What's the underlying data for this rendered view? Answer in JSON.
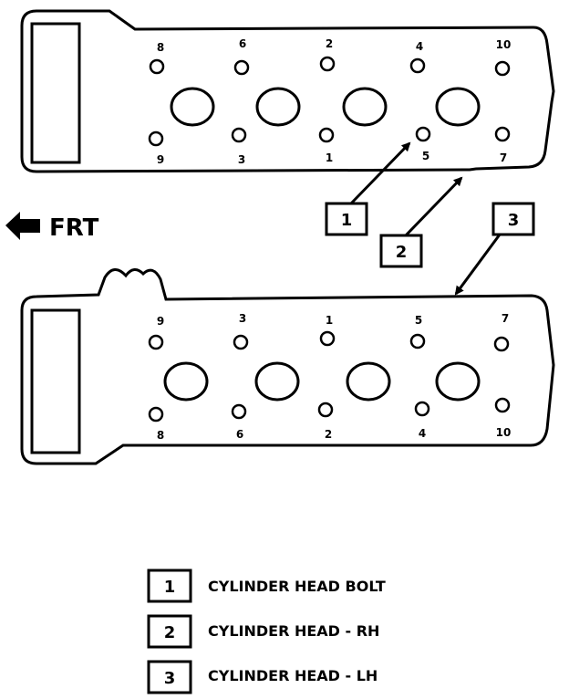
{
  "front_label": "FRT",
  "rh_head": {
    "top_numbers": [
      "8",
      "6",
      "2",
      "4",
      "10"
    ],
    "bottom_numbers": [
      "9",
      "3",
      "1",
      "5",
      "7"
    ]
  },
  "lh_head": {
    "top_numbers": [
      "9",
      "3",
      "1",
      "5",
      "7"
    ],
    "bottom_numbers": [
      "8",
      "6",
      "2",
      "4",
      "10"
    ]
  },
  "callouts": [
    "1",
    "2",
    "3"
  ],
  "legend": [
    {
      "num": "1",
      "label": "CYLINDER HEAD BOLT"
    },
    {
      "num": "2",
      "label": "CYLINDER HEAD - RH"
    },
    {
      "num": "3",
      "label": "CYLINDER HEAD - LH"
    }
  ]
}
